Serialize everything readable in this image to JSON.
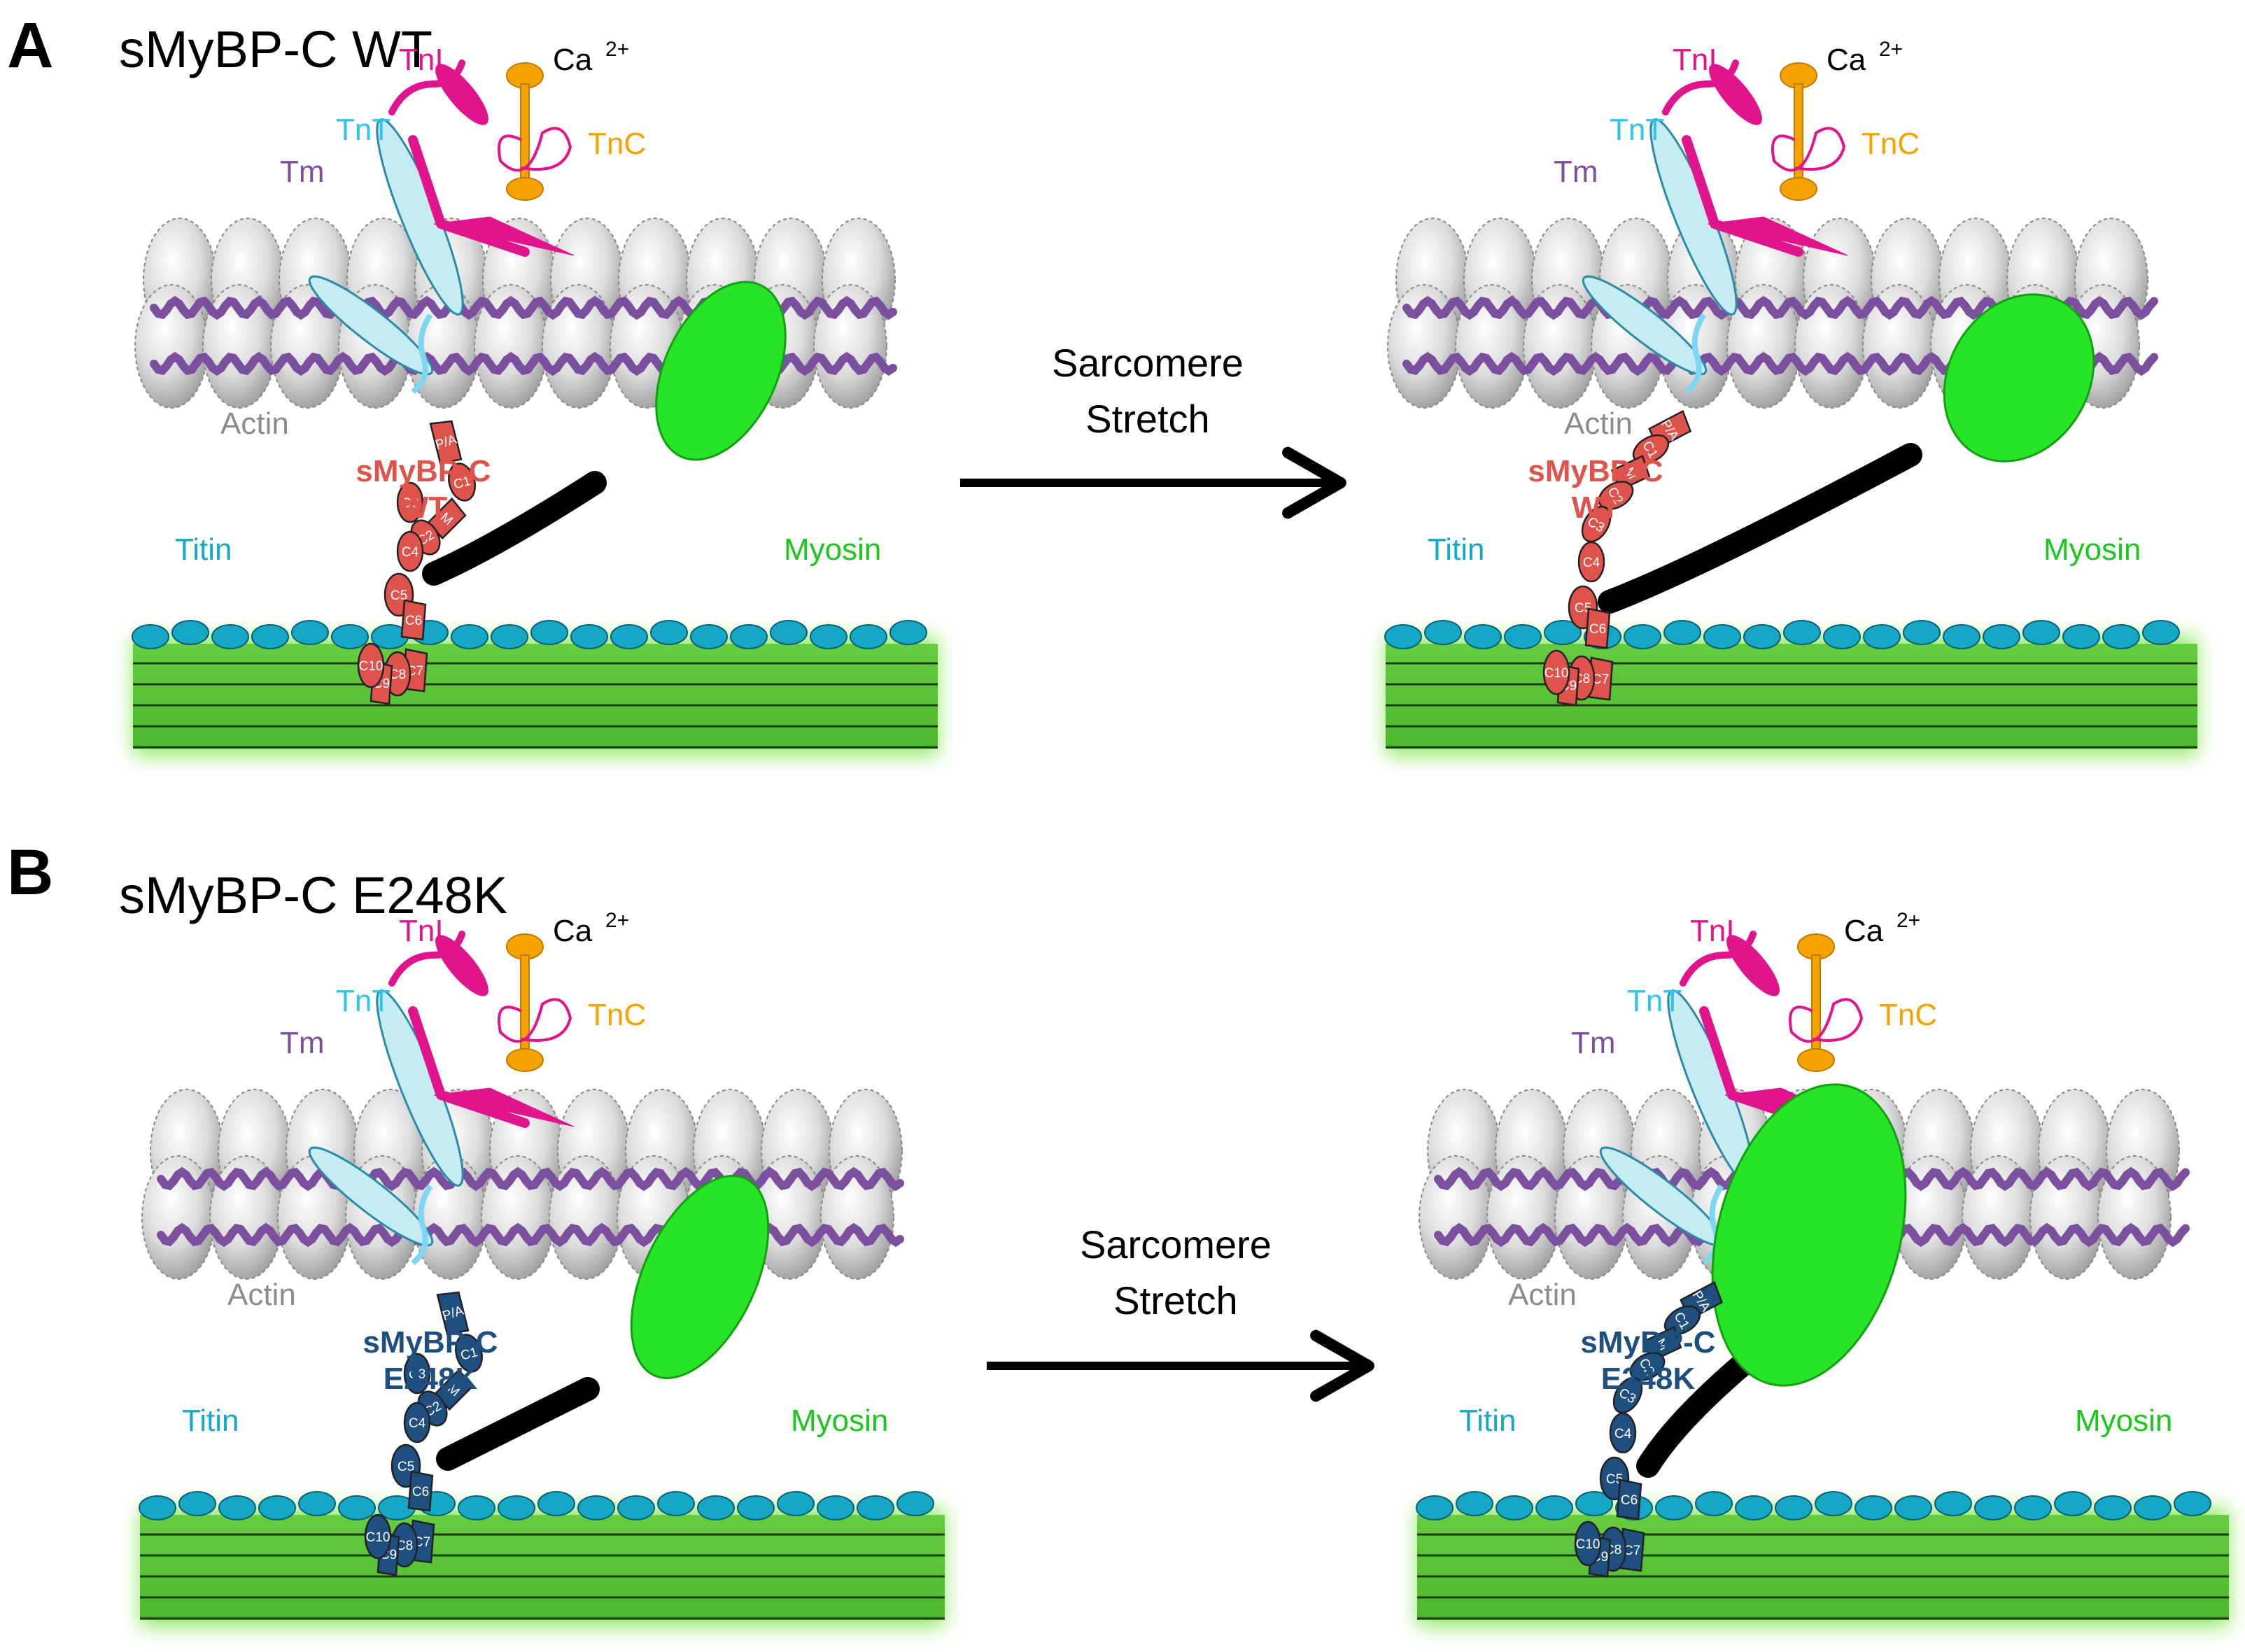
{
  "panels": [
    {
      "letter": "A",
      "title": "sMyBP-C WT",
      "protein_label": [
        "sMyBP-C",
        "WT"
      ],
      "protein_color": "#e0534d",
      "arrow_label": [
        "Sarcomere",
        "Stretch"
      ]
    },
    {
      "letter": "B",
      "title": "sMyBP-C E248K",
      "protein_label": [
        "sMyBP-C",
        "E248K"
      ],
      "protein_color": "#1f4f7f",
      "arrow_label": [
        "Sarcomere",
        "Stretch"
      ]
    }
  ],
  "labels": {
    "tni": "TnI",
    "ca_base": "Ca",
    "ca_sup": "2+",
    "tnt": "TnT",
    "tnc": "TnC",
    "tm": "Tm",
    "actin": "Actin",
    "titin": "Titin",
    "myosin": "Myosin"
  },
  "domains": [
    "P/A",
    "C1",
    "M",
    "C2",
    "C3",
    "C4",
    "C5",
    "C6",
    "C7",
    "C8",
    "C9",
    "C10"
  ],
  "colors": {
    "tni": "#e0148c",
    "tnt": "#2ec4ee",
    "tnc": "#f5a300",
    "tm": "#7a4f9e",
    "actin_text": "#8c8c8c",
    "titin": "#16a8c8",
    "myosin_text": "#19c81a",
    "myosin_head": "#27e427",
    "thick": "#58c43a"
  }
}
